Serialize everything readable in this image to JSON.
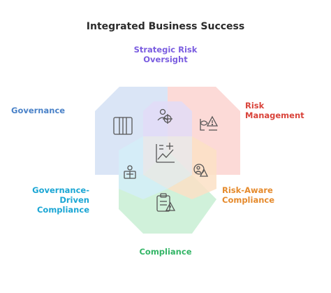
{
  "title": "Integrated Business Success",
  "labels": {
    "strategic_risk_oversight": {
      "line1": "Strategic Risk",
      "line2": "Oversight"
    },
    "governance": "Governance",
    "risk_management": {
      "line1": "Risk",
      "line2": "Management"
    },
    "governance_driven_compliance": {
      "line1": "Governance-",
      "line2": "Driven",
      "line3": "Compliance"
    },
    "risk_aware_compliance": {
      "line1": "Risk-Aware",
      "line2": "Compliance"
    },
    "compliance": "Compliance"
  },
  "colors": {
    "governance": "#4a82c8",
    "governance_fill": "#d3e0f5",
    "risk_management": "#d9433a",
    "risk_management_fill": "#fbd3d0",
    "compliance": "#33b566",
    "compliance_fill": "#c8efd3",
    "strategic_risk_oversight": "#7a5de0",
    "strategic_fill": "#e2dcf7",
    "governance_driven_compliance": "#1ba6d4",
    "gdc_fill": "#d3eef8",
    "risk_aware_compliance": "#e58a2c",
    "rac_fill": "#fbe1c5",
    "center_fill": "#e9e9e9",
    "title": "#2b2b2b",
    "icon_stroke": "#555555"
  },
  "icons": {
    "governance": "columns-icon",
    "risk_management": "risk-warning-icon",
    "compliance": "clipboard-warning-icon",
    "strategic_risk_oversight": "person-target-icon",
    "governance_driven_compliance": "person-scales-icon",
    "risk_aware_compliance": "person-warning-icon",
    "center": "chart-plus-icon"
  }
}
